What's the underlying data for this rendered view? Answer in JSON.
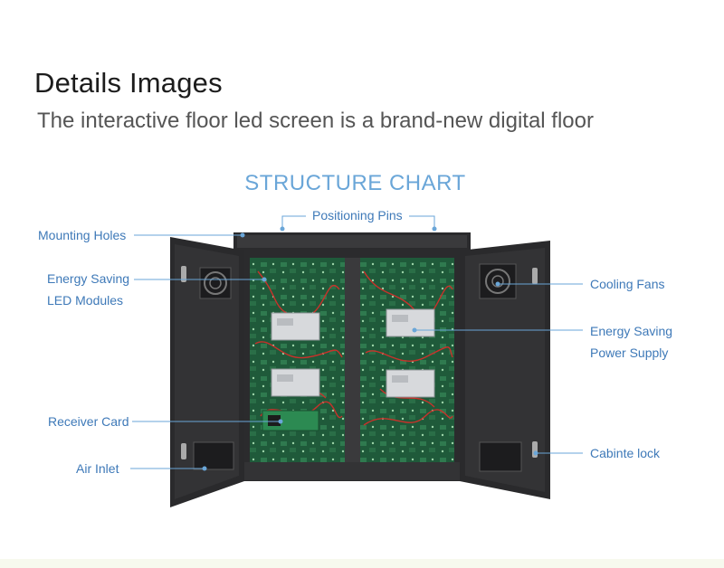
{
  "header": {
    "title": "Details Images",
    "subtitle": "The interactive floor led screen is a brand-new digital floor"
  },
  "figure": {
    "chart_title": "STRUCTURE CHART",
    "callouts": {
      "positioning_pins": "Positioning Pins",
      "mounting_holes": "Mounting Holes",
      "energy_saving_led_1": "Energy Saving",
      "energy_saving_led_2": "LED Modules",
      "receiver_card": "Receiver Card",
      "air_inlet": "Air  Inlet",
      "cooling_fans": "Cooling Fans",
      "energy_saving_power_1": "Energy Saving",
      "energy_saving_power_2": "Power  Supply",
      "cabinet_lock": "Cabinte lock"
    },
    "accent_color": "#6aa6d8",
    "label_color": "#3e79b8"
  }
}
